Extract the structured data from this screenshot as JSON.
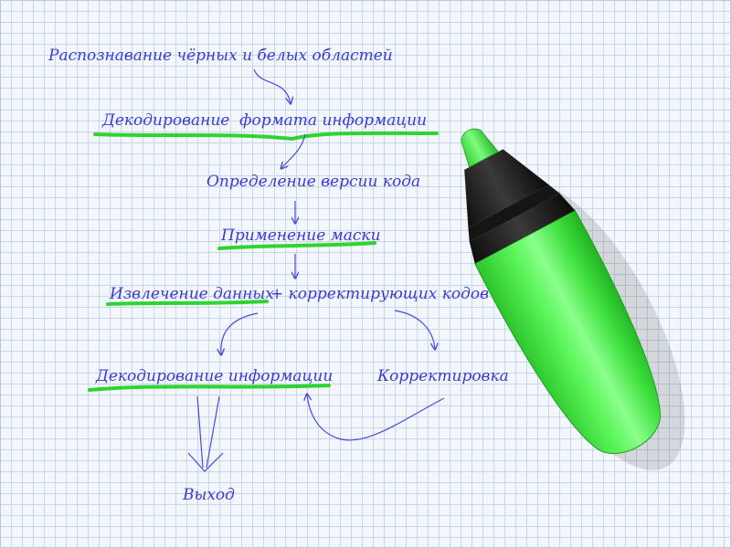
{
  "steps": {
    "recognition": "Распознавание чёрных и белых областей",
    "format_decoding": "Декодирование  формата информации",
    "version": "Определение версии кода",
    "mask": "Применение маски",
    "extract_part1": "Извлечение данных",
    "extract_part2": "+ корректирующих кодов",
    "info_decoding": "Декодирование информации",
    "correction": "Корректировка",
    "output": "Выход"
  },
  "colors": {
    "text": "#3a3ad8",
    "arrow": "#4a4ae0",
    "highlight": "#2fd52f",
    "grid": "#c7d6e8",
    "paper": "#f3f6fa",
    "marker_body": "#4ff04f",
    "marker_cap": "#1c1c1c"
  },
  "marker": {
    "icon": "green-highlighter-marker"
  }
}
